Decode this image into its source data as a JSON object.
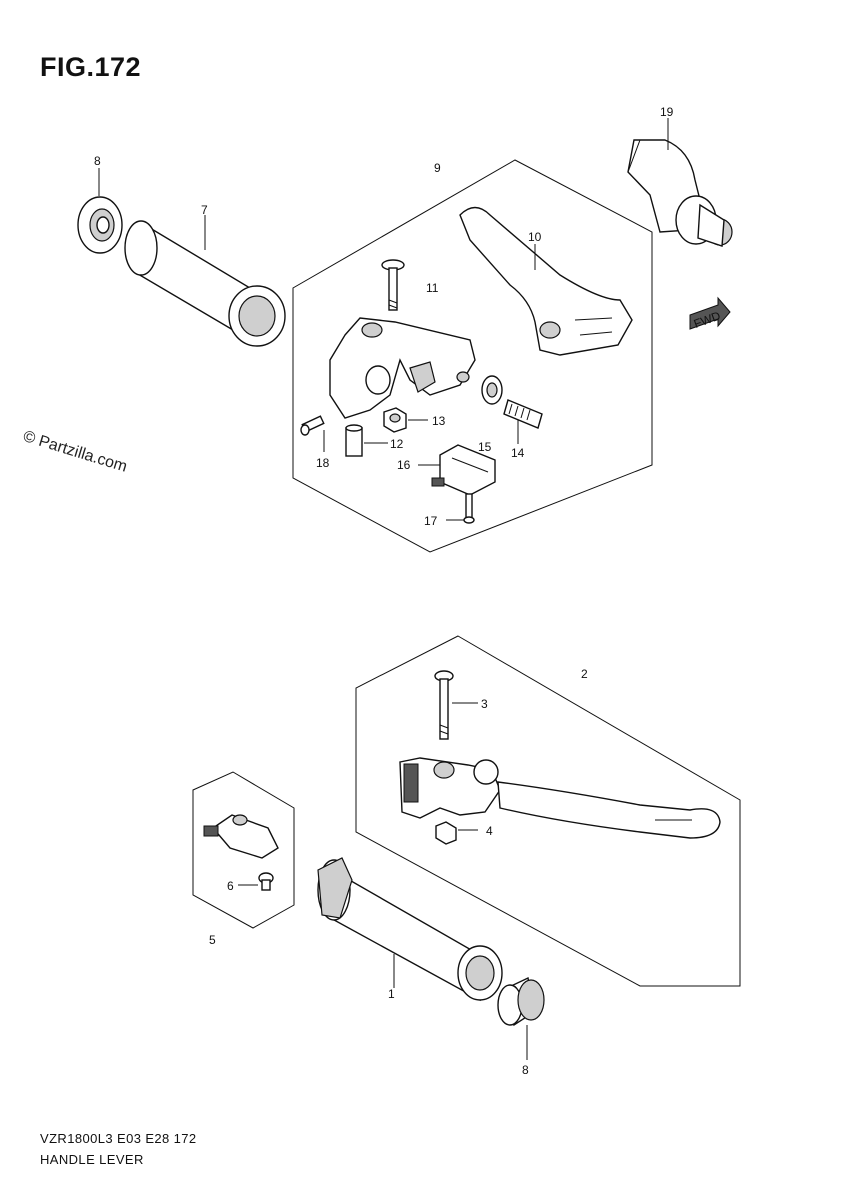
{
  "figure": {
    "title": "FIG.172"
  },
  "watermark": "© Partzilla.com",
  "footer": {
    "model_line": "VZR1800L3  E03  E28  172",
    "caption": "HANDLE LEVER"
  },
  "fwd_badge": "FWD",
  "callouts": {
    "c1": "1",
    "c2": "2",
    "c3": "3",
    "c4": "4",
    "c5": "5",
    "c6": "6",
    "c7": "7",
    "c8a": "8",
    "c8b": "8",
    "c9": "9",
    "c10": "10",
    "c11": "11",
    "c12": "12",
    "c13": "13",
    "c14": "14",
    "c15": "15",
    "c16": "16",
    "c17": "17",
    "c18": "18",
    "c19": "19"
  }
}
